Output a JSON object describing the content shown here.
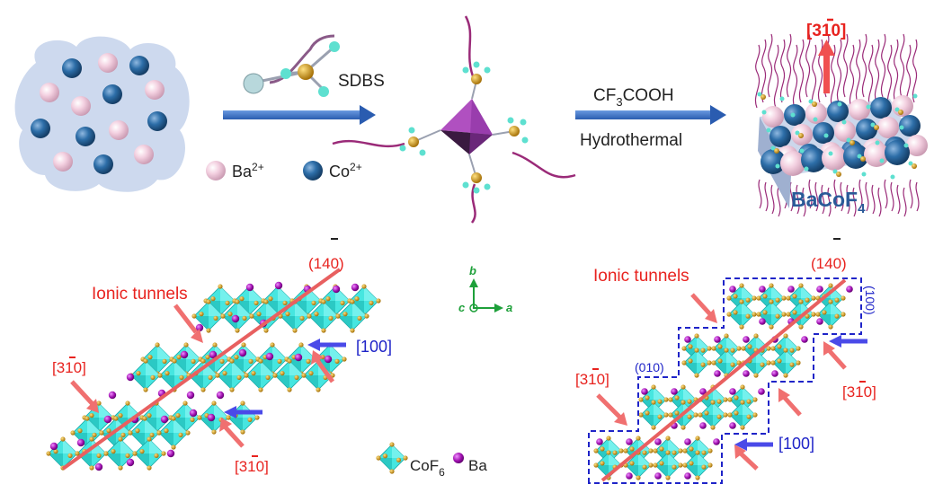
{
  "top": {
    "reagent_label": "SDBS",
    "legend_ba": "Ba",
    "legend_ba_charge": "2+",
    "legend_co": "Co",
    "legend_co_charge": "2+",
    "acid_label_main": "CF",
    "acid_label_sub": "3",
    "acid_label_rest": "COOH",
    "condition_label": "Hydrothermal",
    "product_main": "BaCoF",
    "product_sub": "4",
    "growth_direction": "[3",
    "growth_direction_bar": "1",
    "growth_direction_end": "0]"
  },
  "left_panel": {
    "ionic_tunnels": "Ionic tunnels",
    "plane_140": "(1",
    "plane_140_bar": "4",
    "plane_140_end": "0)",
    "dir_310_a": "[31",
    "dir_310_a_end": "0]",
    "dir_100": "[100]",
    "dir_310_b": "[31",
    "dir_310_b_end": "0]"
  },
  "axes": {
    "a": "a",
    "b": "b",
    "c": "c"
  },
  "legend_bottom": {
    "cof6": "CoF",
    "cof6_sub": "6",
    "ba": "Ba"
  },
  "right_panel": {
    "ionic_tunnels": "Ionic tunnels",
    "plane_140": "(1",
    "plane_140_bar": "4",
    "plane_140_end": "0)",
    "plane_100": "(100)",
    "plane_010": "(010)",
    "dir_310_left": "[31",
    "dir_310_left_end": "0]",
    "dir_310_right": "[31",
    "dir_310_right_end": "0]",
    "dir_100": "[100]"
  },
  "colors": {
    "ba_sphere": "#f0c8da",
    "co_sphere": "#2d6ea8",
    "octahedron": "#38e0dc",
    "ba_atom": "#a010b0",
    "f_atom": "#c8900a",
    "arrow_blue": "#3b6fd0",
    "red_line": "#e84848",
    "dashed_blue": "#1f24c8",
    "pink_arrow": "#f07070",
    "blue_arrow": "#4a4ae8"
  }
}
